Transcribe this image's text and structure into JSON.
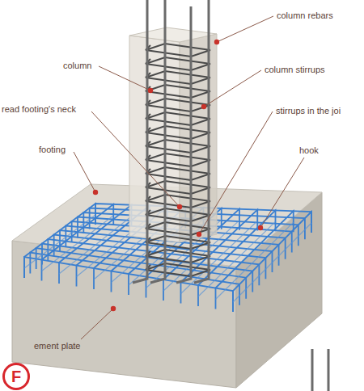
{
  "diagram": {
    "labels": [
      "column rebars",
      "column",
      "column stirrups",
      "read footing's neck",
      "stirrups in the joi",
      "footing",
      "hook",
      "ement plate",
      "F"
    ]
  }
}
